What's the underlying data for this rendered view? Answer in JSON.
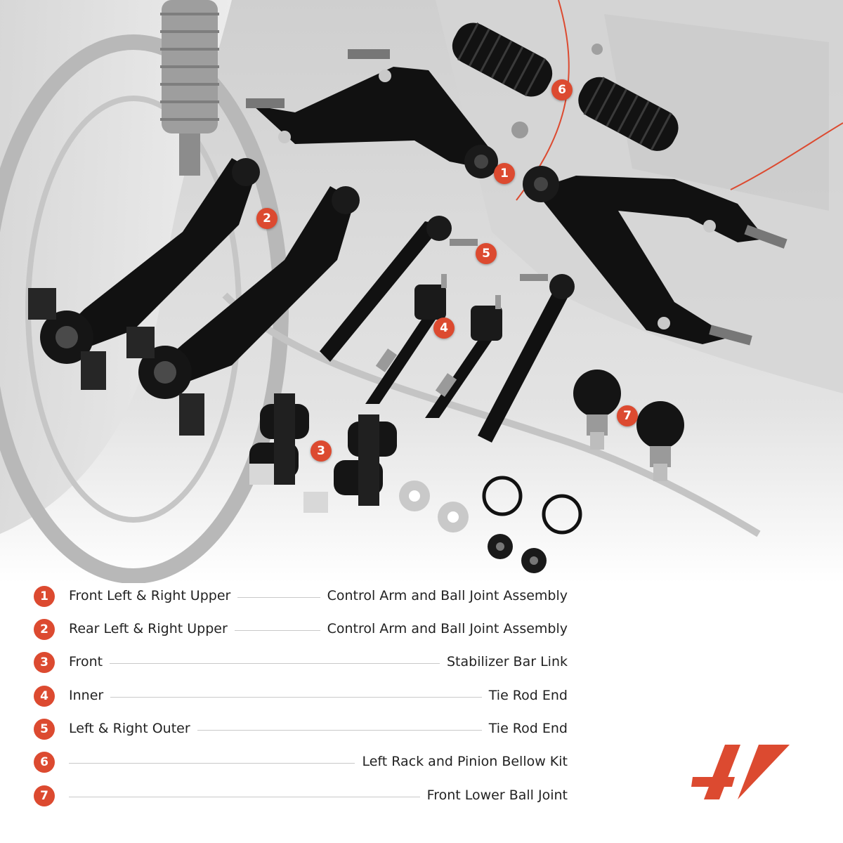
{
  "legend": [
    {
      "num": "1",
      "left": "Front Left & Right Upper",
      "right": "Control Arm and Ball Joint Assembly"
    },
    {
      "num": "2",
      "left": "Rear Left & Right Upper",
      "right": "Control Arm and Ball Joint Assembly"
    },
    {
      "num": "3",
      "left": "Front",
      "right": "Stabilizer Bar Link"
    },
    {
      "num": "4",
      "left": "Inner",
      "right": "Tie Rod End"
    },
    {
      "num": "5",
      "left": "Left & Right Outer",
      "right": "Tie Rod End"
    },
    {
      "num": "6",
      "left": "",
      "right": "Left Rack and Pinion Bellow Kit"
    },
    {
      "num": "7",
      "left": "",
      "right": "Front Lower Ball Joint"
    }
  ],
  "colors": {
    "accent": "#dc4a30",
    "part": "#111111",
    "background": "#ffffff"
  }
}
